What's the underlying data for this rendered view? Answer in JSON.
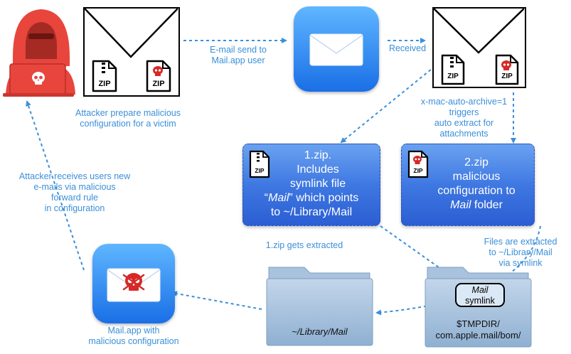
{
  "labels": {
    "email_send": [
      "E-mail send to",
      "Mail.app user"
    ],
    "received": "Received",
    "attacker_prepare": [
      "Attacker prepare malicious",
      "configuration for a victim"
    ],
    "auto_archive": [
      "x-mac-auto-archive=1",
      "triggers",
      "auto extract for",
      "attachments"
    ],
    "attacker_receives": [
      "Attacker receives users new",
      "e-mails via malicious",
      "forward rule",
      "in configuration"
    ],
    "zip1_extracted": "1.zip gets extracted",
    "files_extracted": [
      "Files are extracted",
      "to ~/Library/Mail",
      "via symlink"
    ],
    "mail_app_malicious": [
      "Mail.app with",
      "malicious configuration"
    ]
  },
  "box1": {
    "line1": "1.zip.",
    "line2": "Includes",
    "line3": "symlink file",
    "line4_quote_open": "“",
    "line4_italic": "Mail",
    "line4_rest": "” which points",
    "line5": "to ~/Library/Mail"
  },
  "box2": {
    "line1": "2.zip",
    "line2": "malicious",
    "line3": "configuration to",
    "line4_italic": "Mail",
    "line4_rest": " folder"
  },
  "zip_label": "ZIP",
  "folders": {
    "library_mail": "~/Library/Mail",
    "tmpdir_line1": "$TMPDIR/",
    "tmpdir_line2": "com.apple.mail/bom/",
    "symlink_line1": "Mail",
    "symlink_line2": "symlink"
  },
  "colors": {
    "accent_blue": "#3a8fd9",
    "attacker_red": "#e8453c",
    "box_blue": "#3f78e2",
    "skull_red": "#d62828"
  },
  "icons": [
    "hacker-icon",
    "envelope-icon",
    "mail-app-icon",
    "zip-file-icon",
    "skull-icon",
    "folder-icon"
  ]
}
